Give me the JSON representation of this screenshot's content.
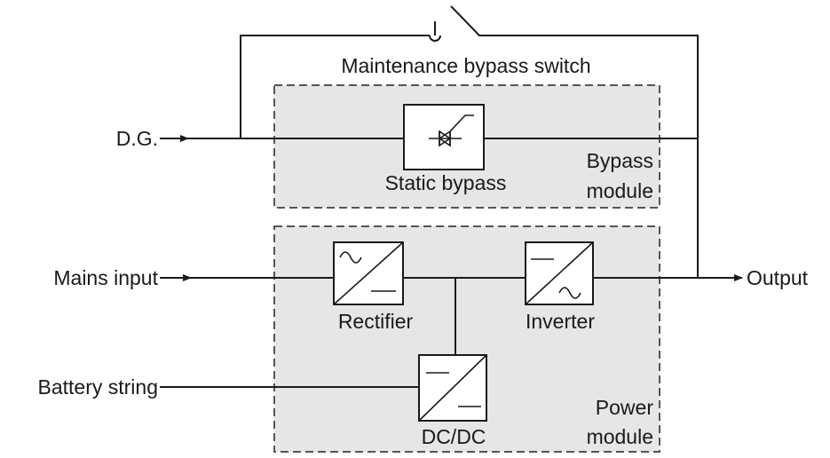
{
  "labels": {
    "maintenance_switch": "Maintenance bypass switch",
    "dg": "D.G.",
    "static_bypass": "Static bypass",
    "bypass_module_line1": "Bypass",
    "bypass_module_line2": "module",
    "mains_input": "Mains input",
    "output": "Output",
    "rectifier": "Rectifier",
    "inverter": "Inverter",
    "battery_string": "Battery string",
    "dcdc": "DC/DC",
    "power_module_line1": "Power",
    "power_module_line2": "module"
  },
  "colors": {
    "line": "#1a1a1a",
    "module_fill": "#e6e6e6",
    "module_border": "#555555"
  }
}
